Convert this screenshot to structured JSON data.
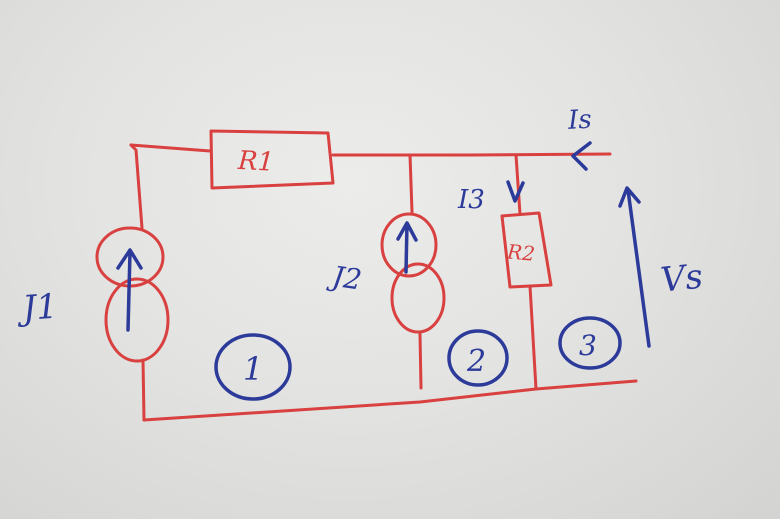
{
  "colors": {
    "paper": "#e6e6e4",
    "circuit_ink": "#d8413f",
    "label_ink": "#2c3a9a"
  },
  "labels": {
    "r1": "R1",
    "r2": "R2",
    "j1": "J1",
    "j2": "J2",
    "i3": "I3",
    "is": "Is",
    "vs": "Vs",
    "node1": "1",
    "node2": "2",
    "node3": "3"
  }
}
